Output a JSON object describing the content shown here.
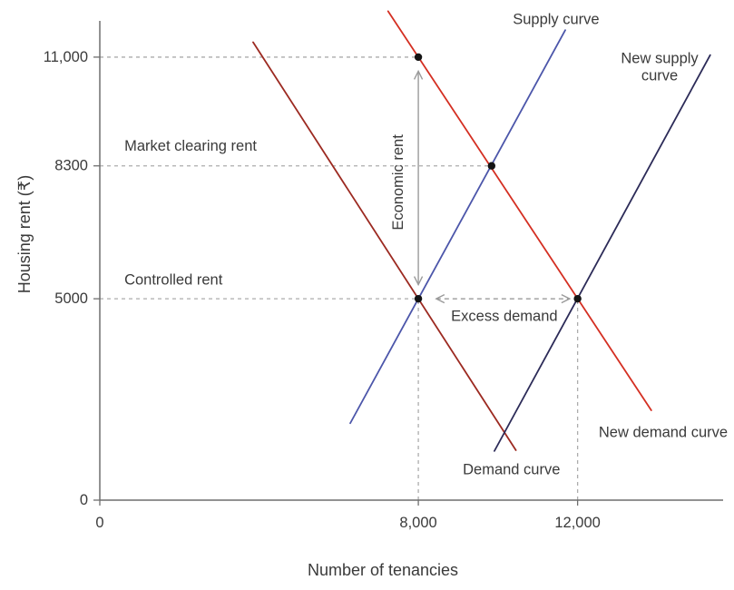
{
  "figure_title": "Rent control diagram",
  "colors": {
    "background": "#ffffff",
    "axis": "#6e6e6e",
    "grid": "#acacac",
    "arrow": "#9a9a9a",
    "text": "#3a3a3a",
    "point": "#141414",
    "demand": "#9c2a21",
    "new_demand": "#d42f22",
    "supply": "#4c56aa",
    "new_supply": "#2c2b58"
  },
  "chart_data": {
    "type": "line",
    "title": "",
    "xlabel": "Number of tenancies",
    "ylabel": "Housing rent (₹)",
    "xlim": [
      0,
      15700
    ],
    "ylim": [
      0,
      11900
    ],
    "grid": false,
    "legend_position": "none",
    "x_ticks": [
      {
        "value": 0,
        "label": "0"
      },
      {
        "value": 8000,
        "label": "8,000"
      },
      {
        "value": 12000,
        "label": "12,000"
      }
    ],
    "y_ticks": [
      {
        "value": 0,
        "label": "0"
      },
      {
        "value": 5000,
        "label": "5000"
      },
      {
        "value": 8300,
        "label": "8300"
      },
      {
        "value": 11000,
        "label": "11,000"
      }
    ],
    "series": [
      {
        "name": "Demand curve",
        "color_key": "demand",
        "points": [
          [
            3850,
            11370
          ],
          [
            10450,
            1240
          ]
        ]
      },
      {
        "name": "Supply curve",
        "color_key": "supply",
        "points": [
          [
            6290,
            1910
          ],
          [
            11690,
            11670
          ]
        ]
      },
      {
        "name": "New demand curve",
        "color_key": "new_demand",
        "points": [
          [
            7240,
            12140
          ],
          [
            13850,
            2230
          ]
        ]
      },
      {
        "name": "New supply curve",
        "color_key": "new_supply",
        "points": [
          [
            9910,
            1220
          ],
          [
            15330,
            11050
          ]
        ]
      }
    ],
    "key_points": [
      {
        "x": 8000,
        "y": 11000,
        "name": "economic-rent-top-point"
      },
      {
        "x": 9840,
        "y": 8300,
        "name": "market-clearing-point"
      },
      {
        "x": 8000,
        "y": 5000,
        "name": "controlled-rent-point"
      },
      {
        "x": 12000,
        "y": 5000,
        "name": "new-equilibrium-point"
      }
    ],
    "guide_lines": [
      {
        "name": "gridline-11000",
        "type": "h",
        "value": 11000,
        "from": 0,
        "to": 8000
      },
      {
        "name": "gridline-8300",
        "type": "h",
        "value": 8300,
        "from": 0,
        "to": 9840
      },
      {
        "name": "gridline-5000",
        "type": "h",
        "value": 5000,
        "from": 0,
        "to": 8000
      },
      {
        "name": "gridline-x8000",
        "type": "v",
        "value": 8000,
        "from": 0,
        "to": 5000
      },
      {
        "name": "gridline-x12000",
        "type": "v",
        "value": 12000,
        "from": 0,
        "to": 5000
      }
    ],
    "arrows": [
      {
        "name": "economic-rent-arrow",
        "x1": 8000,
        "y1": 5350,
        "x2": 8000,
        "y2": 10650,
        "style": "solid"
      },
      {
        "name": "excess-demand-arrow",
        "x1": 8450,
        "y1": 5000,
        "x2": 11800,
        "y2": 5000,
        "style": "dashed"
      }
    ],
    "annotations": [
      {
        "name": "supply-curve-label",
        "text": "Supply curve",
        "x": 11460,
        "y": 11930,
        "rotate": 0
      },
      {
        "name": "new-supply-curve-label",
        "text": "New supply\ncurve",
        "x": 14060,
        "y": 10750,
        "rotate": 0
      },
      {
        "name": "market-clearing-rent-label",
        "text": "Market clearing rent",
        "x": 2280,
        "y": 8790,
        "rotate": 0
      },
      {
        "name": "controlled-rent-label",
        "text": "Controlled rent",
        "x": 1850,
        "y": 5460,
        "rotate": 0
      },
      {
        "name": "economic-rent-label",
        "text": "Economic rent",
        "x": 7500,
        "y": 7890,
        "rotate": -90
      },
      {
        "name": "excess-demand-label",
        "text": "Excess demand",
        "x": 10160,
        "y": 4560,
        "rotate": 0
      },
      {
        "name": "demand-curve-label",
        "text": "Demand curve",
        "x": 10340,
        "y": 760,
        "rotate": 0
      },
      {
        "name": "new-demand-curve-label",
        "text": "New demand curve",
        "x": 14150,
        "y": 1680,
        "rotate": 0
      }
    ]
  }
}
